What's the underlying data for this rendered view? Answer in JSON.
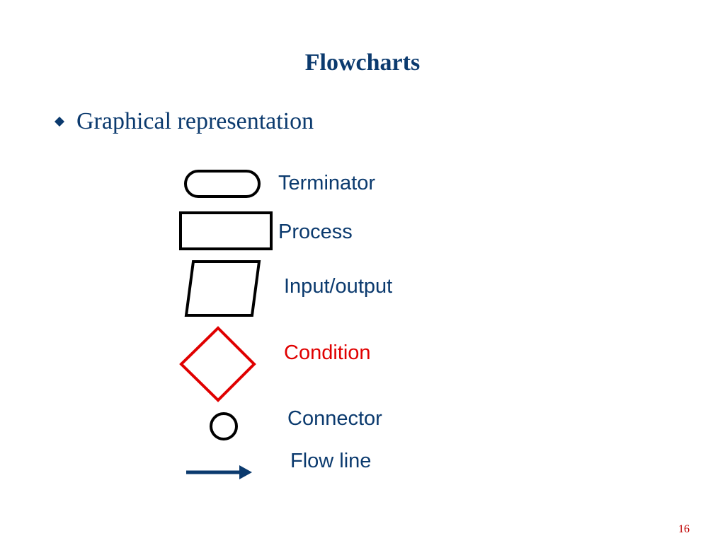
{
  "slide": {
    "title": "Flowcharts",
    "bullet": "Graphical representation",
    "page_number": "16"
  },
  "legend": [
    {
      "shape": "terminator",
      "label": "Terminator"
    },
    {
      "shape": "process",
      "label": "Process"
    },
    {
      "shape": "input-output",
      "label": "Input/output"
    },
    {
      "shape": "condition",
      "label": "Condition"
    },
    {
      "shape": "connector",
      "label": "Connector"
    },
    {
      "shape": "flow-line",
      "label": "Flow line"
    }
  ],
  "colors": {
    "text_blue": "#0b3a6e",
    "condition_red": "#e00000",
    "page_number_red": "#c00000",
    "shape_stroke": "#000000",
    "arrow_blue": "#0b3a6e"
  },
  "icons": {
    "bullet": "diamond-bullet-icon"
  }
}
